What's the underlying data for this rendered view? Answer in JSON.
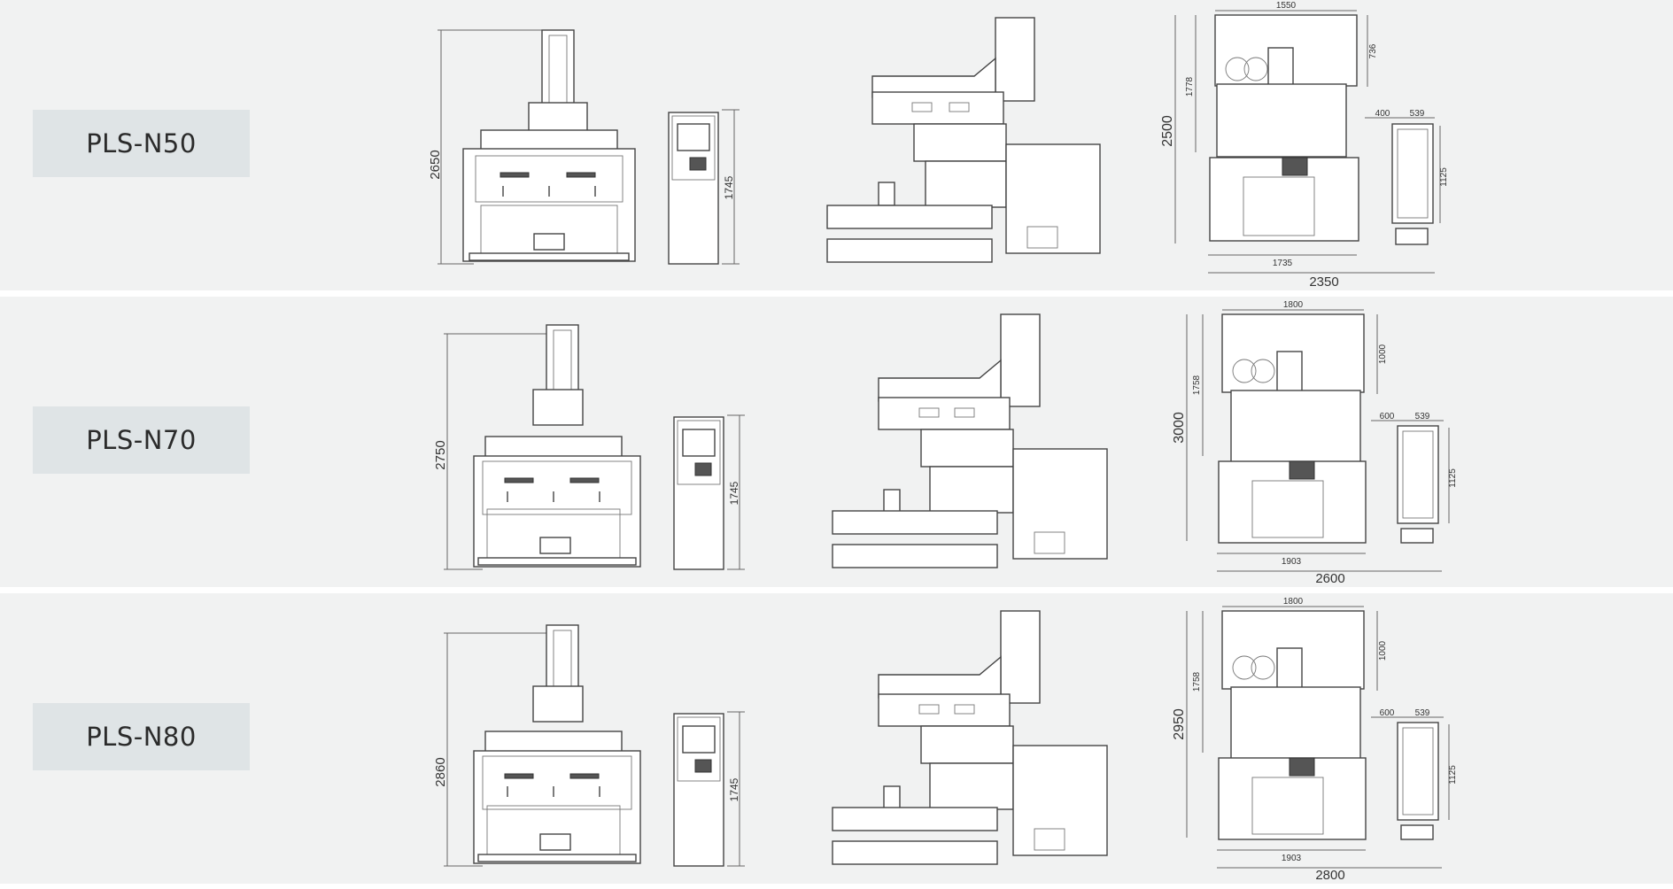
{
  "rows": [
    {
      "model": "PLS-N50",
      "front_height": "2650",
      "console_height": "1745",
      "top_width": "1550",
      "top_depth_right": "736",
      "top_depth_left": "1778",
      "plan_height": "2500",
      "console_offset": "400",
      "console_width": "539",
      "console_depth": "1125",
      "plan_inner_width": "1735",
      "plan_total_width": "2350"
    },
    {
      "model": "PLS-N70",
      "front_height": "2750",
      "console_height": "1745",
      "top_width": "1800",
      "top_depth_right": "1000",
      "top_depth_left": "1758",
      "plan_height": "3000",
      "console_offset": "600",
      "console_width": "539",
      "console_depth": "1125",
      "plan_inner_width": "1903",
      "plan_total_width": "2600"
    },
    {
      "model": "PLS-N80",
      "front_height": "2860",
      "console_height": "1745",
      "top_width": "1800",
      "top_depth_right": "1000",
      "top_depth_left": "1758",
      "plan_height": "2950",
      "console_offset": "600",
      "console_width": "539",
      "console_depth": "1125",
      "plan_inner_width": "1903",
      "plan_total_width": "2800"
    }
  ]
}
